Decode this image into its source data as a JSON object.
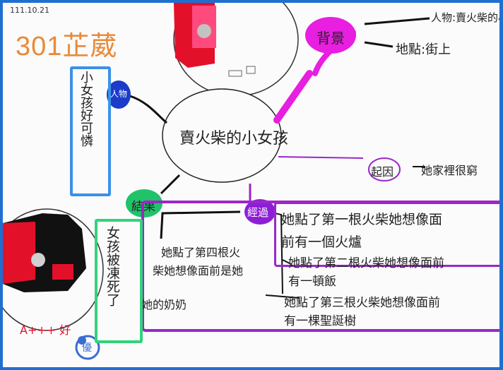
{
  "date": "111.10.21",
  "title": "301芷葳",
  "center": "賣火柴的小女孩",
  "nodes": {
    "left": "人物",
    "result": "結果",
    "plot": "經過",
    "background": "背景",
    "cause": "起因"
  },
  "background_items": {
    "person": "人物:賣火柴的小女孩",
    "place": "地點:街上"
  },
  "person_note": "小女孩好可憐",
  "cause_note": "她家裡很窮",
  "plot_lines": {
    "l1": "她點了第一根火柴她想像面",
    "l2": "前有一個火爐",
    "l3": "她點了第二根火柴她想像面前",
    "l4": "有一頓飯",
    "l5": "她點了第三根火柴她想像面前",
    "l6": "有一棵聖誕樹",
    "l7": "她點了第四根火",
    "l8": "柴她想像面前是她",
    "l9": "她的奶奶"
  },
  "result_note": "女孩被凍死了",
  "sign": "A+++ 好",
  "stamp": "優",
  "colors": {
    "frame": "#1f6fd1",
    "title": "#e98a38",
    "magenta": "#e81ee0",
    "purple": "#9b27c8",
    "green": "#32d37a",
    "blue": "#3b91e8",
    "red": "#e3102a"
  }
}
